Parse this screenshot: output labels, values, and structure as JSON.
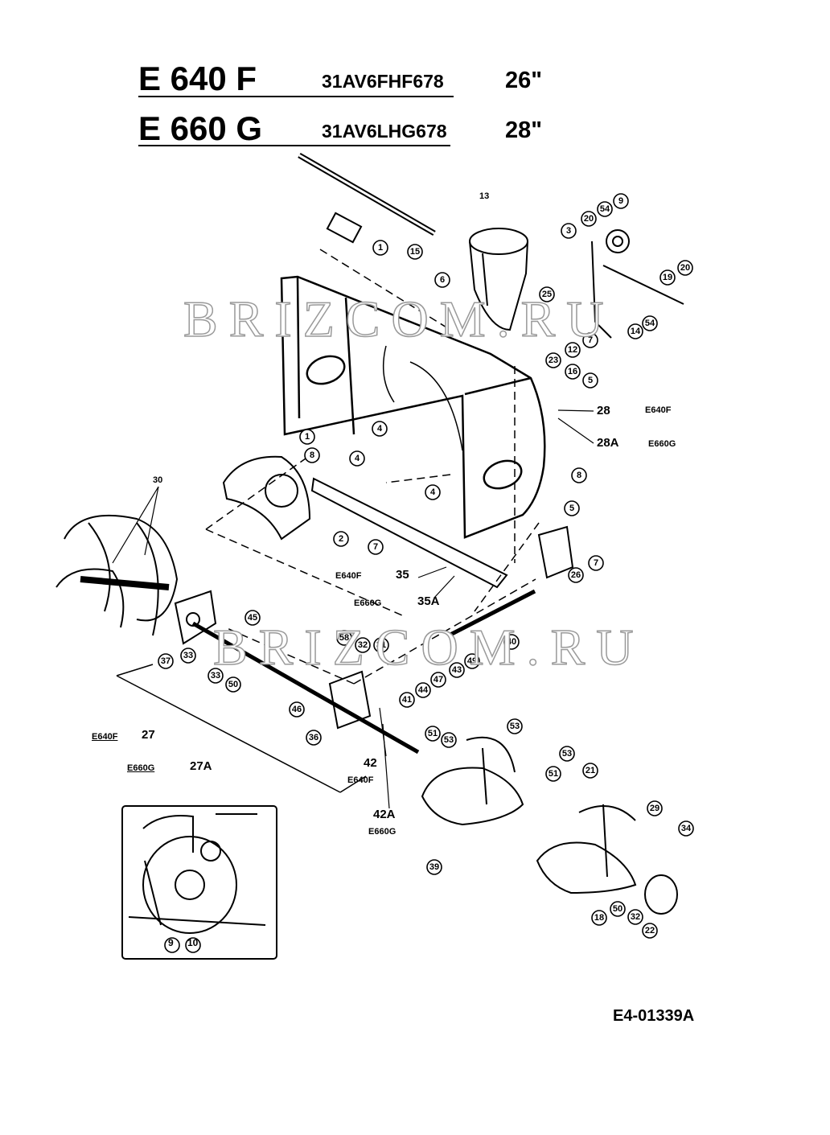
{
  "header": {
    "rows": [
      {
        "model": "E 640 F",
        "code": "31AV6FHF678",
        "size": "26\""
      },
      {
        "model": "E 660 G",
        "code": "31AV6LHG678",
        "size": "28\""
      }
    ]
  },
  "callouts": {
    "c28": "28",
    "c28_model": "E640F",
    "c28A": "28A",
    "c28A_model": "E660G",
    "c35_model": "E640F",
    "c35": "35",
    "c35A_model": "E660G",
    "c35A": "35A",
    "c27_model": "E640F",
    "c27": "27",
    "c27A_model": "E660G",
    "c27A": "27A",
    "c42": "42",
    "c42_model": "E640F",
    "c42A": "42A",
    "c42A_model": "E660G",
    "c30": "30",
    "c13": "13"
  },
  "part_numbers": [
    "1",
    "15",
    "6",
    "3",
    "20",
    "9",
    "54",
    "20",
    "19",
    "14",
    "54",
    "25",
    "12",
    "7",
    "23",
    "16",
    "5",
    "1",
    "8",
    "4",
    "4",
    "8",
    "2",
    "7",
    "4",
    "5",
    "7",
    "26",
    "40",
    "37",
    "33",
    "45",
    "33",
    "50",
    "58",
    "49",
    "32",
    "31",
    "44",
    "41",
    "47",
    "43",
    "46",
    "36",
    "51",
    "53",
    "53",
    "21",
    "39",
    "51",
    "29",
    "34",
    "18",
    "50",
    "32",
    "22",
    "9",
    "10"
  ],
  "inset": {
    "labels": [
      "9",
      "10"
    ]
  },
  "watermark": {
    "text": "BRIZCOM.RU"
  },
  "figure_id": "E4-01339A",
  "colors": {
    "ink": "#000000",
    "watermark_outline": "#9a9a9a",
    "background": "#ffffff"
  }
}
